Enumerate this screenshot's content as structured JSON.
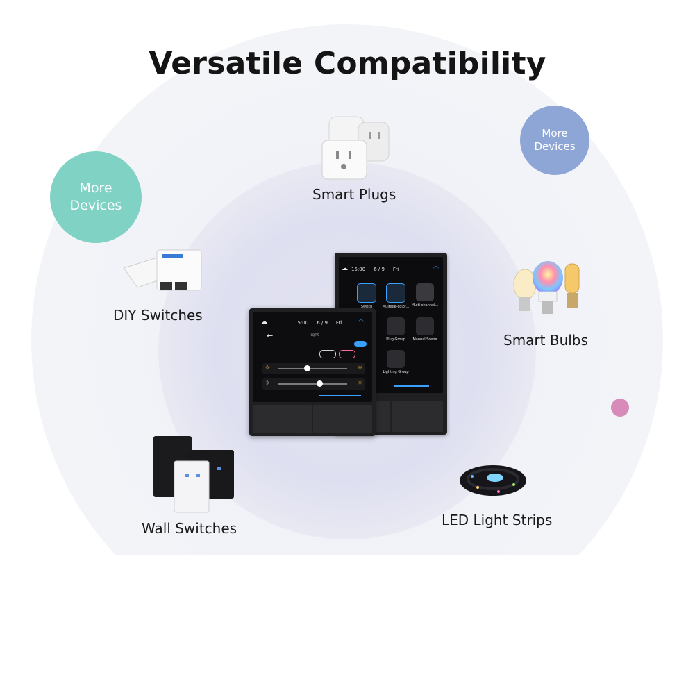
{
  "title": "Versatile Compatibility",
  "bubbles": {
    "left": {
      "line1": "More",
      "line2": "Devices",
      "color": "#7fd2c4"
    },
    "right": {
      "line1": "More",
      "line2": "Devices",
      "color": "#8ea6d6"
    }
  },
  "labels": {
    "smart_plugs": "Smart Plugs",
    "diy_switches": "DIY Switches",
    "smart_bulbs": "Smart Bulbs",
    "wall_switches": "Wall Switches",
    "led_light_strips": "LED Light Strips"
  },
  "panels": {
    "front": {
      "time": "15:00",
      "date": "6 / 9",
      "day": "Fri",
      "mode_label": "light"
    },
    "back": {
      "time": "15:00",
      "date": "6 / 9",
      "day": "Fri",
      "tiles": [
        "Switch",
        "Multiple-color...",
        "Multi-channel...",
        "",
        "Plug Group",
        "Manual Scene",
        "",
        "Lighting Group",
        ""
      ]
    }
  },
  "colors": {
    "accent_dot": "#d88ab8",
    "panel": "#1c1c1e",
    "highlight": "#3aa0ff"
  }
}
